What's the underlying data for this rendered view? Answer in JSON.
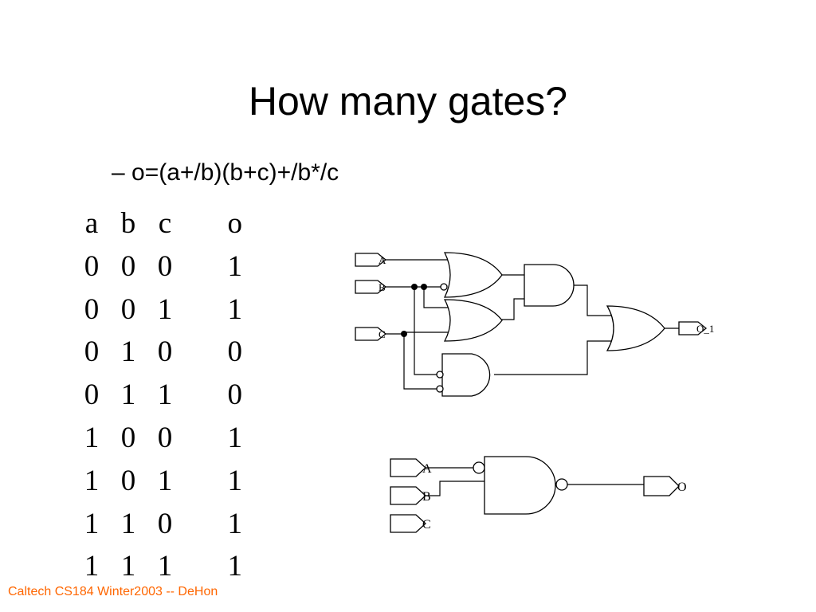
{
  "slide": {
    "title": "How many gates?",
    "bullet": "– o=(a+/b)(b+c)+/b*/c",
    "footer": "Caltech CS184 Winter2003 -- DeHon"
  },
  "truth_table": {
    "headers": [
      "a",
      "b",
      "c",
      "o"
    ],
    "rows": [
      [
        "0",
        "0",
        "0",
        "1"
      ],
      [
        "0",
        "0",
        "1",
        "1"
      ],
      [
        "0",
        "1",
        "0",
        "0"
      ],
      [
        "0",
        "1",
        "1",
        "0"
      ],
      [
        "1",
        "0",
        "0",
        "1"
      ],
      [
        "1",
        "0",
        "1",
        "1"
      ],
      [
        "1",
        "1",
        "0",
        "1"
      ],
      [
        "1",
        "1",
        "1",
        "1"
      ]
    ]
  },
  "circuit1": {
    "inputs": [
      "A",
      "B",
      "C"
    ],
    "output": "O_1"
  },
  "circuit2": {
    "inputs": [
      "A",
      "B",
      "C"
    ],
    "output": "O"
  }
}
